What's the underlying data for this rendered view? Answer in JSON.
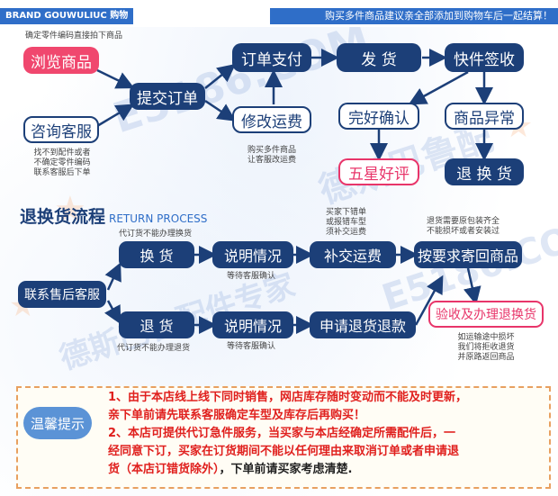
{
  "header": {
    "brand": "BRAND GOUWULIUC 购物流程",
    "note": "购买多件商品建议亲全部添加到购物车后一起结算！"
  },
  "colors": {
    "accent_pink": "#f0476e",
    "navy": "#1c3f78",
    "blue_bar": "#2f6ec8"
  },
  "purchase_flow": {
    "top_note": "确定零件编码直接拍下商品",
    "browse": "浏览商品",
    "submit": "提交订单",
    "consult": "咨询客服",
    "consult_note": [
      "找不到配件或者",
      "不确定零件编码",
      "联系客服后下单"
    ],
    "pay": "订单支付",
    "modify_fee": "修改运费",
    "modify_note": [
      "购买多件商品",
      "让客服改运费"
    ],
    "ship": "发  货",
    "sign": "快件签收",
    "confirm": "完好确认",
    "abnormal": "商品异常",
    "five_star": "五星好评",
    "return_exchange": "退 换 货"
  },
  "return_section": {
    "title": "退换货流程",
    "title_en": "RETURN PROCESS",
    "exchange": "换  货",
    "exchange_note": "代订货不能办理换货",
    "return": "退  货",
    "return_note": "代订货不能办理退货",
    "after_sale": "联系售后客服",
    "explain1": "说明情况",
    "explain1_note": "等待客服确认",
    "explain2": "说明情况",
    "explain2_note": "等待客服确认",
    "pay_ship": "补交运费",
    "pay_ship_note": [
      "买家下错单",
      "或报错车型",
      "须补交运费"
    ],
    "apply_refund": "申请退货退款",
    "request_return": "按要求寄回商品",
    "request_return_note": [
      "退货需要原包装齐全",
      "不能损坏或者安装过"
    ],
    "inspect": "验收及办理退换货",
    "inspect_note": [
      "如运输途中损坏",
      "我们将拒收退货",
      "并原路返回商品"
    ]
  },
  "notice": {
    "label": "温馨提示",
    "line1": "1、由于本店线上线下同时销售，网店库存随时变动而不能及时更新，",
    "line2": "亲下单前请先联系客服确定车型及库存后再购买！",
    "line3": "2、本店可提供代订急件服务，当买家与本店经确定所需配件后，一",
    "line4": "经同意下订，买家在订货期间不能以任何理由来取消订单或者申请退",
    "line5a": "货（本店订错货除外）",
    "line5b": "，下单前请买家考虑清楚."
  },
  "watermark": {
    "text1": "德斯巴鲁配",
    "text2": "E5186.COM",
    "text3": "德斯巴鲁配件专家"
  }
}
